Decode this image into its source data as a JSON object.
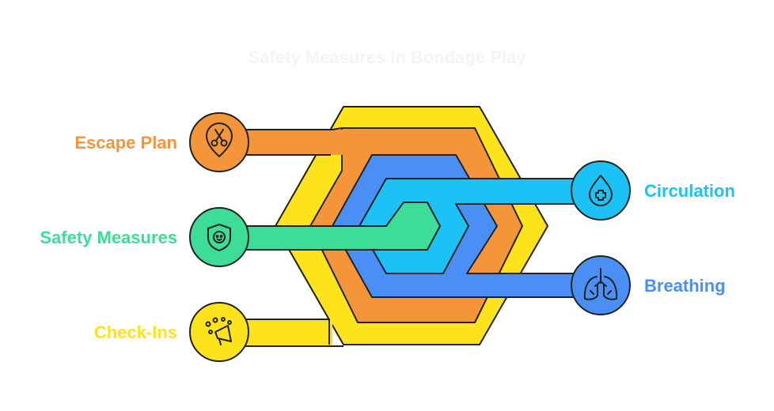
{
  "title": "Safety Measures in Bondage Play",
  "items": {
    "escape_plan": {
      "label": "Escape Plan",
      "color": "#F5953A",
      "icon": "scissors-icon"
    },
    "safety_measures": {
      "label": "Safety Measures",
      "color": "#3DDC97",
      "icon": "shield-face-icon"
    },
    "check_ins": {
      "label": "Check-Ins",
      "color": "#FDE31B",
      "icon": "megaphone-icon"
    },
    "circulation": {
      "label": "Circulation",
      "color": "#1CC2F5",
      "icon": "blood-drop-cross-icon"
    },
    "breathing": {
      "label": "Breathing",
      "color": "#4A8FF5",
      "icon": "lungs-icon"
    }
  }
}
